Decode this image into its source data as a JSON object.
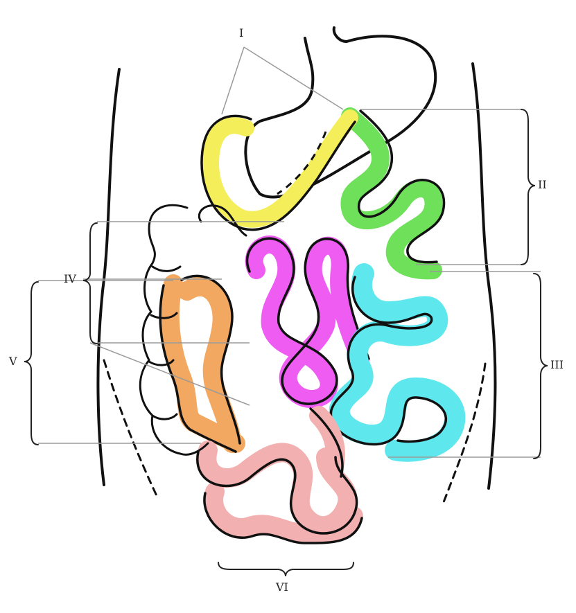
{
  "labels": {
    "group_1": "I",
    "group_2": "II",
    "group_3": "III",
    "group_4": "IV",
    "group_5": "V",
    "group_6": "VI"
  },
  "colors": {
    "group_1": "#f4ee5a",
    "group_2": "#6fe05a",
    "group_3": "#5ee8ee",
    "group_4": "#f2a860",
    "group_5": "#ee5cf2",
    "group_6": "#f2b0b0",
    "outline": "#111111",
    "leader": "#9a9a9a"
  }
}
